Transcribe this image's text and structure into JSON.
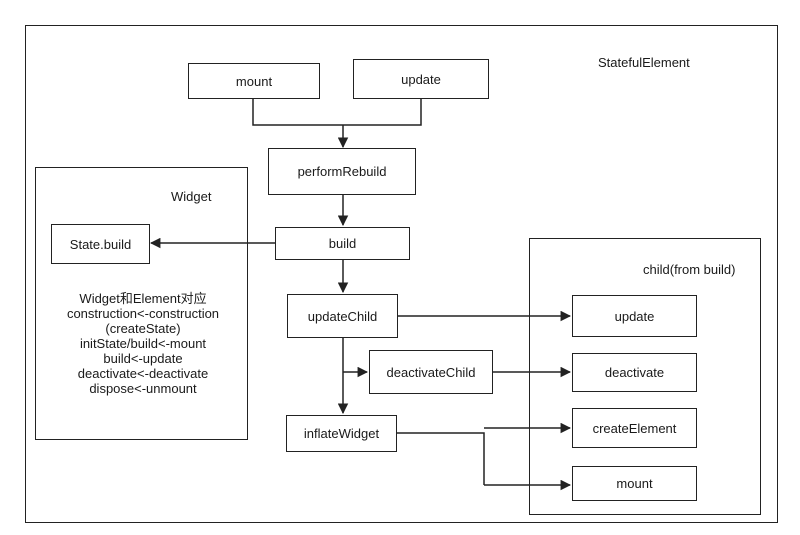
{
  "diagram": {
    "outer_frame_label": "StatefulElement",
    "widget_frame_label": "Widget",
    "child_frame_label": "child(from build)",
    "nodes": {
      "mount_top": "mount",
      "update_top": "update",
      "perform_rebuild": "performRebuild",
      "build": "build",
      "state_build": "State.build",
      "update_child": "updateChild",
      "deactivate_child": "deactivateChild",
      "inflate_widget": "inflateWidget",
      "child_update": "update",
      "child_deactivate": "deactivate",
      "child_create_element": "createElement",
      "child_mount": "mount"
    },
    "widget_notes": [
      "Widget和Element对应",
      "construction<-construction",
      "(createState)",
      "initState/build<-mount",
      "build<-update",
      "deactivate<-deactivate",
      "dispose<-unmount"
    ]
  }
}
